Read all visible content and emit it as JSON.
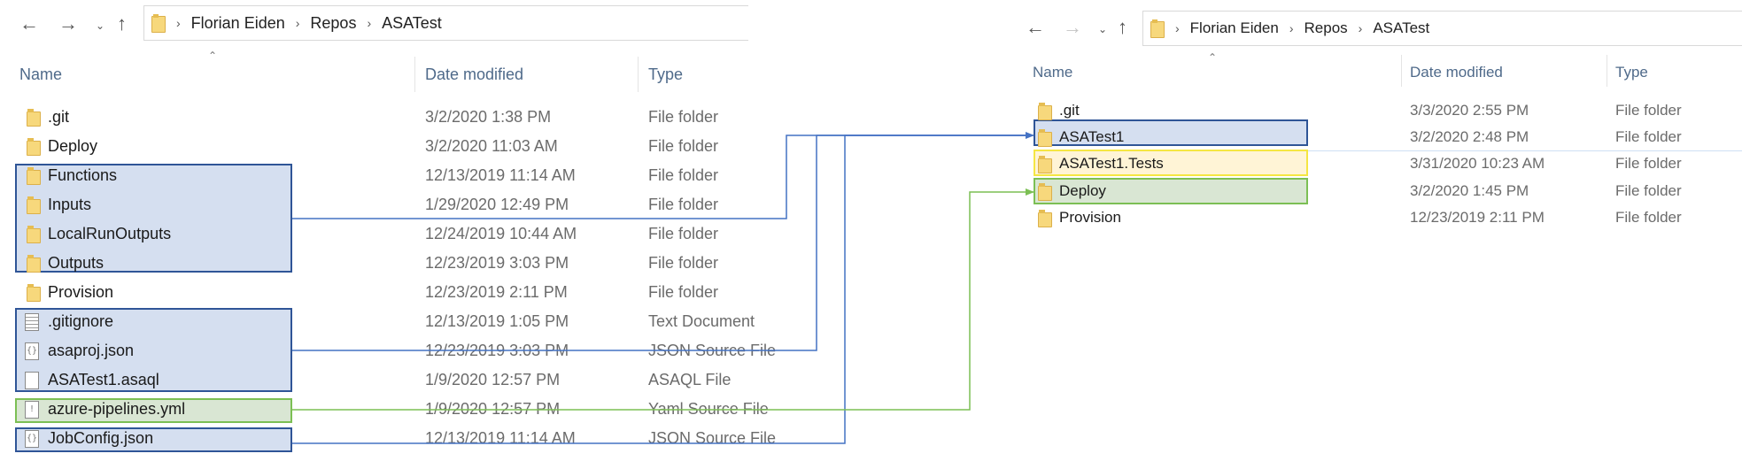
{
  "colors": {
    "blue": "#4472c4",
    "blue_border": "#2f5597",
    "green": "#7cbf54",
    "yellow": "#f5e642",
    "header_text": "#4f6a8a"
  },
  "left": {
    "breadcrumb": [
      "Florian Eiden",
      "Repos",
      "ASATest"
    ],
    "columns": {
      "name": "Name",
      "date": "Date modified",
      "type": "Type"
    },
    "rows": [
      {
        "name": ".git",
        "date": "3/2/2020 1:38 PM",
        "type": "File folder",
        "icon": "folder-icon"
      },
      {
        "name": "Deploy",
        "date": "3/2/2020 11:03 AM",
        "type": "File folder",
        "icon": "folder-icon"
      },
      {
        "name": "Functions",
        "date": "12/13/2019 11:14 AM",
        "type": "File folder",
        "icon": "folder-icon"
      },
      {
        "name": "Inputs",
        "date": "1/29/2020 12:49 PM",
        "type": "File folder",
        "icon": "folder-icon"
      },
      {
        "name": "LocalRunOutputs",
        "date": "12/24/2019 10:44 AM",
        "type": "File folder",
        "icon": "folder-icon"
      },
      {
        "name": "Outputs",
        "date": "12/23/2019 3:03 PM",
        "type": "File folder",
        "icon": "folder-icon"
      },
      {
        "name": "Provision",
        "date": "12/23/2019 2:11 PM",
        "type": "File folder",
        "icon": "folder-icon"
      },
      {
        "name": ".gitignore",
        "date": "12/13/2019 1:05 PM",
        "type": "Text Document",
        "icon": "text-file-icon"
      },
      {
        "name": "asaproj.json",
        "date": "12/23/2019 3:03 PM",
        "type": "JSON Source File",
        "icon": "json-file-icon"
      },
      {
        "name": "ASATest1.asaql",
        "date": "1/9/2020 12:57 PM",
        "type": "ASAQL File",
        "icon": "file-icon"
      },
      {
        "name": "azure-pipelines.yml",
        "date": "1/9/2020 12:57 PM",
        "type": "Yaml Source File",
        "icon": "yaml-file-icon"
      },
      {
        "name": "JobConfig.json",
        "date": "12/13/2019 11:14 AM",
        "type": "JSON Source File",
        "icon": "json-file-icon"
      }
    ]
  },
  "right": {
    "breadcrumb": [
      "Florian Eiden",
      "Repos",
      "ASATest"
    ],
    "columns": {
      "name": "Name",
      "date": "Date modified",
      "type": "Type"
    },
    "rows": [
      {
        "name": ".git",
        "date": "3/3/2020 2:55 PM",
        "type": "File folder",
        "icon": "folder-icon"
      },
      {
        "name": "ASATest1",
        "date": "3/2/2020 2:48 PM",
        "type": "File folder",
        "icon": "folder-icon"
      },
      {
        "name": "ASATest1.Tests",
        "date": "3/31/2020 10:23 AM",
        "type": "File folder",
        "icon": "folder-icon"
      },
      {
        "name": "Deploy",
        "date": "3/2/2020 1:45 PM",
        "type": "File folder",
        "icon": "folder-icon"
      },
      {
        "name": "Provision",
        "date": "12/23/2019 2:11 PM",
        "type": "File folder",
        "icon": "folder-icon"
      }
    ]
  }
}
